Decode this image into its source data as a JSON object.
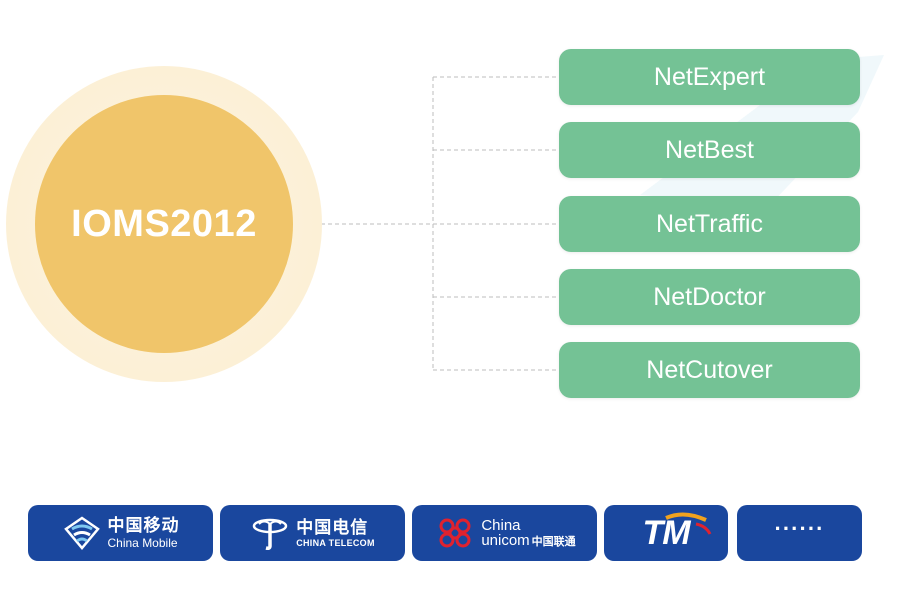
{
  "center": {
    "label": "IOMS2012"
  },
  "modules": [
    {
      "label": "NetExpert"
    },
    {
      "label": "NetBest"
    },
    {
      "label": "NetTraffic"
    },
    {
      "label": "NetDoctor"
    },
    {
      "label": "NetCutover"
    }
  ],
  "operators": [
    {
      "cn": "中国移动",
      "en": "China Mobile",
      "icon": "china-mobile-icon"
    },
    {
      "cn": "中国电信",
      "en": "CHINA TELECOM",
      "icon": "china-telecom-icon"
    },
    {
      "en_line1": "China",
      "en_line2": "unicom",
      "cn": "中国联通",
      "icon": "china-unicom-icon"
    },
    {
      "en": "TM",
      "icon": "tm-icon"
    },
    {
      "en": "······"
    }
  ],
  "colors": {
    "core": "#f0c56a",
    "module": "#74c295",
    "logo_bg": "#1a479e",
    "connector": "#bdbdbd"
  }
}
